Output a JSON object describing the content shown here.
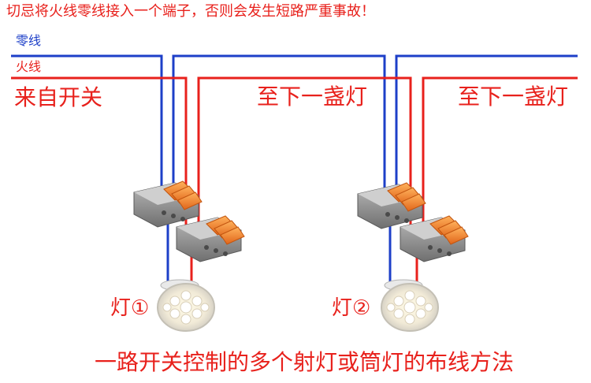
{
  "warning": "切忌将火线零线接入一个端子，否则会发生短路严重事故！",
  "labels": {
    "neutral": "零线",
    "live": "火线",
    "from_switch": "来自开关",
    "to_next_1": "至下一盏灯",
    "to_next_2": "至下一盏灯"
  },
  "lamps": [
    "灯①",
    "灯②"
  ],
  "caption": "一路开关控制的多个射灯或筒灯的布线方法",
  "colors": {
    "neutral_wire": "#1d3fc8",
    "live_wire": "#e8211c",
    "text": "#e8211c",
    "connector_lever": "#f07a22",
    "connector_body": "#8e8e8e"
  }
}
